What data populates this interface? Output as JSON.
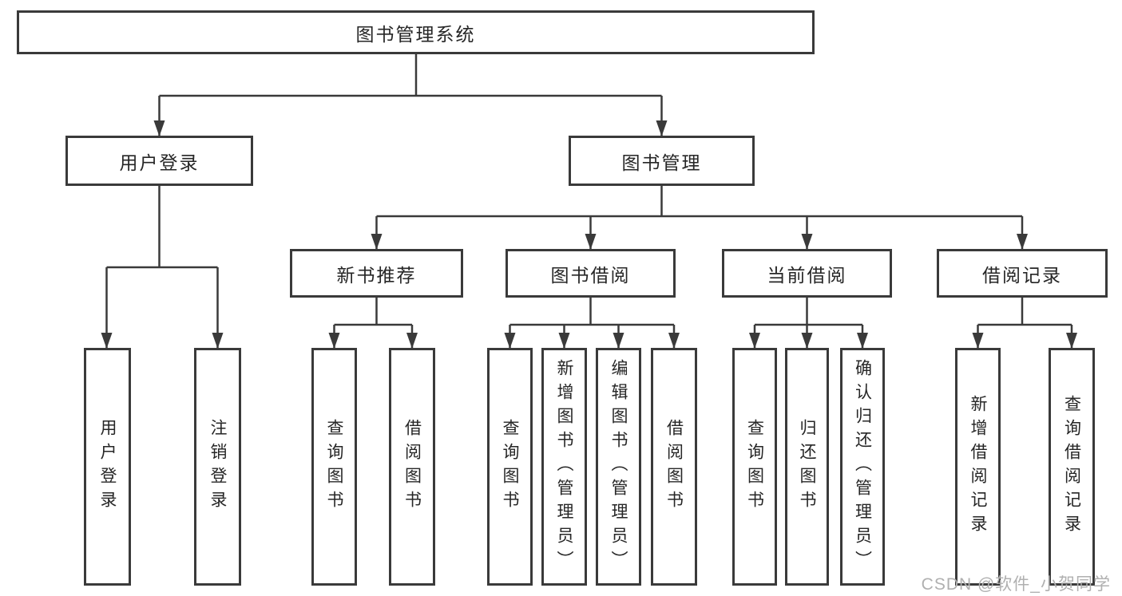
{
  "diagram": {
    "root": {
      "label": "图书管理系统"
    },
    "level2": [
      {
        "label": "用户登录"
      },
      {
        "label": "图书管理"
      }
    ],
    "level3": [
      {
        "label": "新书推荐"
      },
      {
        "label": "图书借阅"
      },
      {
        "label": "当前借阅"
      },
      {
        "label": "借阅记录"
      }
    ],
    "leaves": {
      "login": [
        {
          "label": "用户登录"
        },
        {
          "label": "注销登录"
        }
      ],
      "recommend": [
        {
          "label": "查询图书"
        },
        {
          "label": "借阅图书"
        }
      ],
      "borrow": [
        {
          "label": "查询图书"
        },
        {
          "label": "新增图书（管理员）"
        },
        {
          "label": "编辑图书（管理员）"
        },
        {
          "label": "借阅图书"
        }
      ],
      "current": [
        {
          "label": "查询图书"
        },
        {
          "label": "归还图书"
        },
        {
          "label": "确认归还（管理员）"
        }
      ],
      "records": [
        {
          "label": "新增借阅记录"
        },
        {
          "label": "查询借阅记录"
        }
      ]
    }
  },
  "watermark": {
    "text": "CSDN @软件_小贺同学"
  },
  "colors": {
    "line": "#3a3a3a",
    "text": "#262626",
    "box_fill": "#ffffff",
    "watermark": "#b0b0b0",
    "background": "#ffffff"
  }
}
